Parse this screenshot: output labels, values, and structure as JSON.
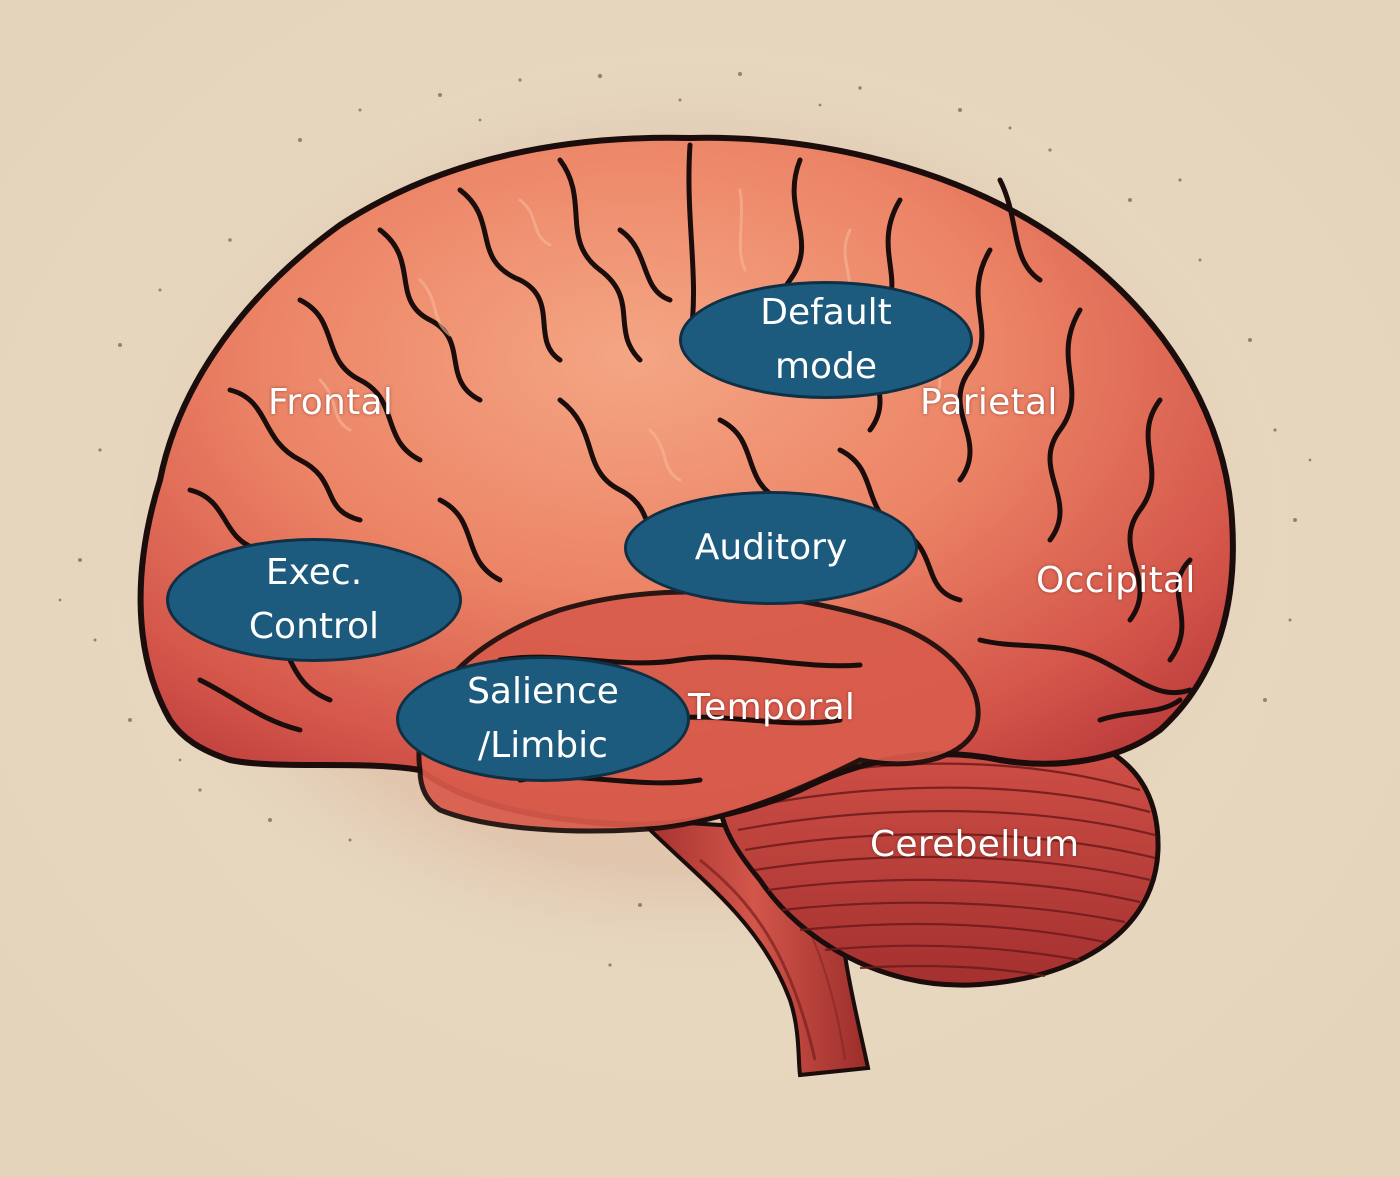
{
  "colors": {
    "background": "#e6d7bf",
    "brain_light": "#f0997a",
    "brain_mid": "#e06a52",
    "brain_dark": "#b93a35",
    "outline": "#1a0d0c",
    "network_fill": "#1d5b7e",
    "label_text": "#ffffff"
  },
  "lobes": {
    "frontal": "Frontal",
    "parietal": "Parietal",
    "occipital": "Occipital",
    "temporal": "Temporal",
    "cerebellum": "Cerebellum"
  },
  "networks": {
    "default_mode": [
      "Default",
      "mode"
    ],
    "auditory": [
      "Auditory"
    ],
    "exec_control": [
      "Exec.",
      "Control"
    ],
    "salience_limbic": [
      "Salience",
      "/Limbic"
    ]
  }
}
